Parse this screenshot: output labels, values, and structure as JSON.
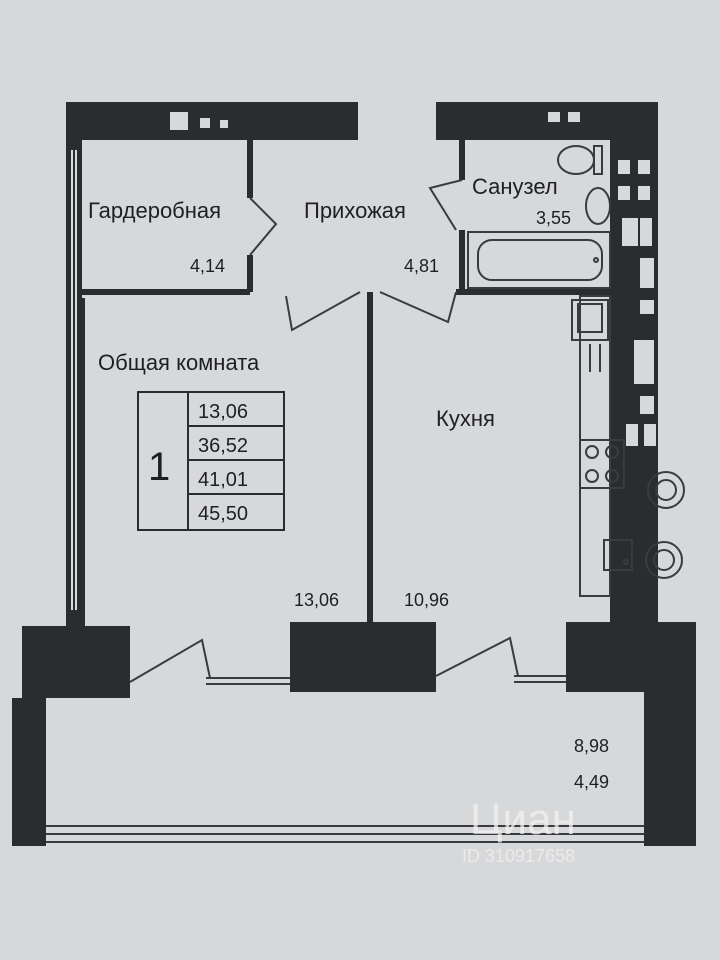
{
  "rooms": {
    "wardrobe": {
      "name": "Гардеробная",
      "area": "4,14"
    },
    "hallway": {
      "name": "Прихожая",
      "area": "4,81"
    },
    "bathroom": {
      "name": "Санузел",
      "area": "3,55"
    },
    "living": {
      "name": "Общая комната",
      "area": "13,06"
    },
    "kitchen": {
      "name": "Кухня",
      "area": "10,96"
    },
    "loggia": {
      "area": "8,98",
      "reduced_area": "4,49"
    }
  },
  "summary": {
    "rooms_count": "1",
    "values": [
      "13,06",
      "36,52",
      "41,01",
      "45,50"
    ]
  },
  "watermark": {
    "brand": "Циан",
    "id": "ID 310917658"
  },
  "colors": {
    "wall": "#2b2c2e",
    "floor": "#d7d8da",
    "line": "#3a3b3e"
  }
}
